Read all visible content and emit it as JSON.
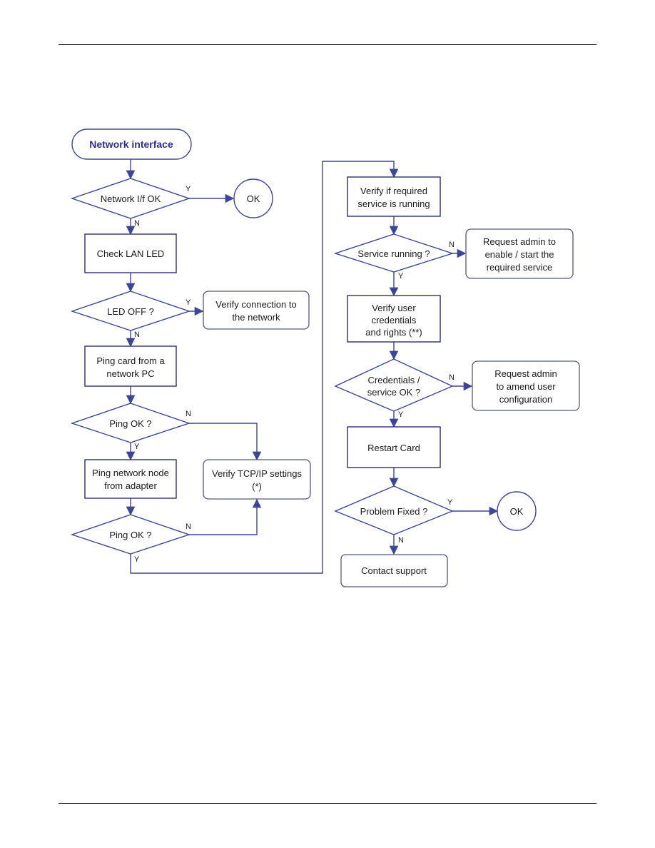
{
  "nodes": {
    "start": {
      "text": "Network interface"
    },
    "d_netif": {
      "text": "Network I/f OK"
    },
    "ok1": {
      "text": "OK"
    },
    "check_led": {
      "text": "Check LAN LED"
    },
    "d_led": {
      "text": "LED OFF ?"
    },
    "verify_conn": {
      "lines": [
        "Verify connection to",
        "the network"
      ]
    },
    "ping_card": {
      "lines": [
        "Ping card from a",
        "network PC"
      ]
    },
    "d_ping1": {
      "text": "Ping OK ?"
    },
    "ping_node": {
      "lines": [
        "Ping network node",
        "from adapter"
      ]
    },
    "verify_tcp": {
      "lines": [
        "Verify TCP/IP settings",
        "(*)"
      ]
    },
    "d_ping2": {
      "text": "Ping OK ?"
    },
    "verify_service": {
      "lines": [
        "Verify if required",
        "service is running"
      ]
    },
    "d_service": {
      "text": "Service running ?"
    },
    "req_enable": {
      "lines": [
        "Request admin to",
        "enable / start the",
        "required service"
      ]
    },
    "verify_creds": {
      "lines": [
        "Verify user",
        "credentials",
        "and rights (**)"
      ]
    },
    "d_creds": {
      "lines": [
        "Credentials /",
        "service OK ?"
      ]
    },
    "req_amend": {
      "lines": [
        "Request admin",
        "to amend user",
        "configuration"
      ]
    },
    "restart": {
      "text": "Restart Card"
    },
    "d_fixed": {
      "text": "Problem Fixed  ?"
    },
    "ok2": {
      "text": "OK"
    },
    "contact": {
      "text": "Contact support"
    }
  },
  "edge_labels": {
    "netif_yes": "Y",
    "netif_no": "N",
    "led_yes": "Y",
    "led_no": "N",
    "ping1_no": "N",
    "ping1_yes": "Y",
    "ping2_no": "N",
    "ping2_yes": "Y",
    "service_no": "N",
    "service_yes": "Y",
    "creds_no": "N",
    "creds_yes": "Y",
    "fixed_yes": "Y",
    "fixed_no": "N"
  }
}
